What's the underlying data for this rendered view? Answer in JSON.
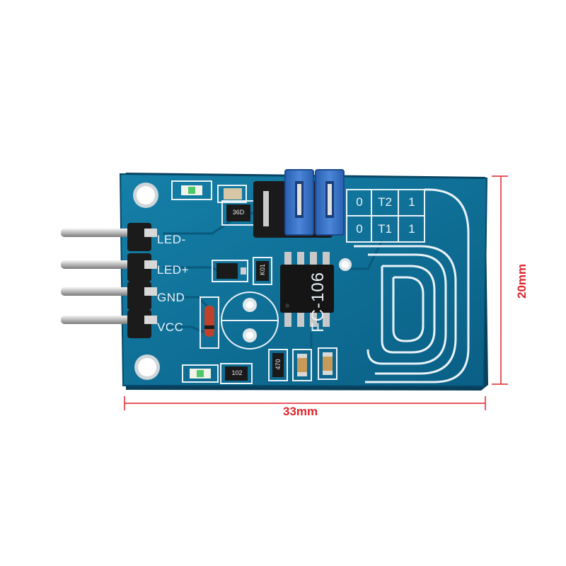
{
  "pin_labels": [
    "LED-",
    "LED+",
    "GND",
    "VCC"
  ],
  "touch_pads": {
    "row_t2": [
      "0",
      "T2",
      "1"
    ],
    "row_t1": [
      "0",
      "T1",
      "1"
    ]
  },
  "board_model": "FC-106",
  "component_markings": {
    "r_top": "36D",
    "r_mid": "K01",
    "r_bottom": "102",
    "r_small": "470"
  },
  "dimensions": {
    "width_label": "33mm",
    "height_label": "20mm"
  },
  "colors": {
    "pcb": "#0c6f96",
    "pcb_dark": "#094f70",
    "silkscreen": "#e9f2f8",
    "jumper": "#3a72c8",
    "dimension_line": "#e2242a"
  }
}
